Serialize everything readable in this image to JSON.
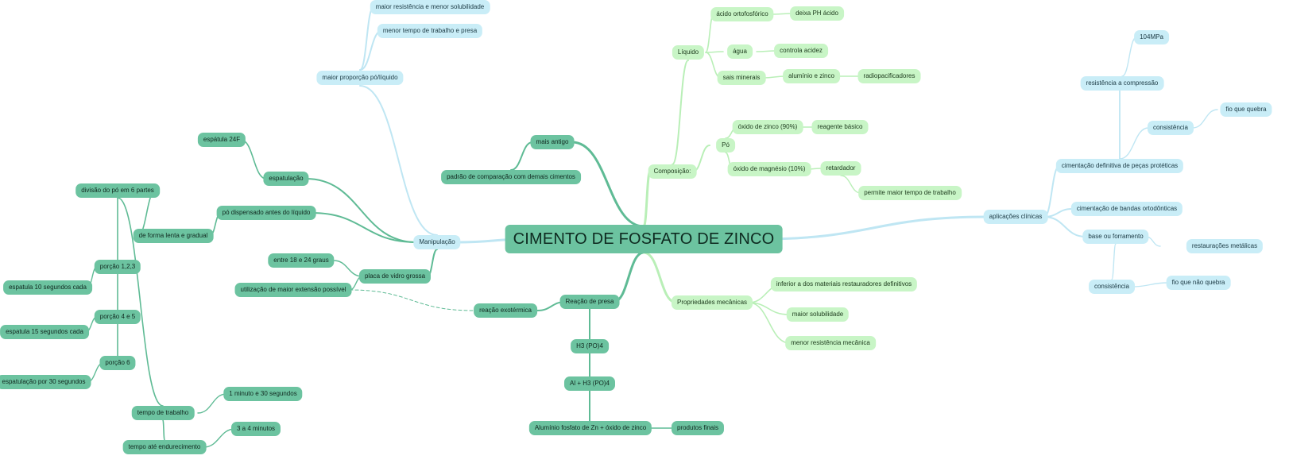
{
  "root": "CIMENTO DE FOSFATO DE ZINCO",
  "colors": {
    "green": "#6cc3a0",
    "blue": "#c9edf7",
    "lime": "#c8f5c6",
    "line_green": "#5fbb95",
    "line_blue": "#bfe6f3",
    "line_lime": "#b9efb7"
  },
  "nodes": {
    "root": "CIMENTO DE FOSFATO DE ZINCO",
    "manipulacao": "Manipulação",
    "maior_proporcao": "maior proporção pó/líquido",
    "maior_resistencia": "maior resistência e menor solubilidade",
    "menor_tempo": "menor tempo de trabalho e presa",
    "espatulacao": "espatulação",
    "espatula24f": "espátula 24F",
    "po_dispensado": "pó dispensado antes do líquido",
    "de_forma_lenta": "de forma lenta e gradual",
    "divisao": "divisão do pó em 6 partes",
    "porcao123": "porção 1,2,3",
    "esp10": "espatula 10 segundos cada",
    "porcao45": "porção 4 e 5",
    "esp15": "espatula 15 segundos cada",
    "porcao6": "porção 6",
    "esp30": "espatulação por 30 segundos",
    "tempo_trabalho": "tempo de trabalho",
    "um_minuto": "1 minuto e 30 segundos",
    "tempo_endurecimento": "tempo até endurecimento",
    "tres_a_quatro": "3 a 4 minutos",
    "placa_vidro": "placa de vidro grossa",
    "entre_18": "entre 18 e 24 graus",
    "utilizacao": "utilização de maior extensão possível",
    "mais_antigo": "mais antigo",
    "padrao": "padrão de comparação com demais cimentos",
    "reacao_presa": "Reação de presa",
    "reacao_exotermica": "reação exotérmica",
    "h3po4": "H3 (PO)4",
    "al_h3po4": "Al + H3 (PO)4",
    "aluminio_fosfato": "Alumínio fosfato de Zn + óxido de zinco",
    "produtos_finais": "produtos finais",
    "composicao": "Composição:",
    "liquido": "Líquido",
    "acido_ortofosforico": "ácido ortofosfórico",
    "deixa_ph": "deixa PH ácido",
    "agua": "água",
    "controla_acidez": "controla acidez",
    "sais_minerais": "sais minerais",
    "aluminio_zinco": "alumínio e zinco",
    "radiopacificadores": "radiopacificadores",
    "po": "Pó",
    "oxido_zinco": "óxido de zinco (90%)",
    "reagente_basico": "reagente básico",
    "oxido_magnesio": "óxido de magnésio (10%)",
    "retardador": "retardador",
    "permite_maior": "permite maior tempo de trabalho",
    "prop_mecanicas": "Propriedades mecânicas",
    "inferior": "inferior a dos materiais restauradores definitivos",
    "maior_solubilidade": "maior solubilidade",
    "menor_resistencia": "menor resistência mecânica",
    "aplicacoes": "aplicações clínicas",
    "cimentacao_definitiva": "cimentação definitiva de peças protéticas",
    "resistencia_compressao": "resistência a compressão",
    "mpa": "104MPa",
    "consistencia1": "consistência",
    "fio_quebra": "fio que quebra",
    "cimentacao_bandas": "cimentação de bandas ortodônticas",
    "base_forramento": "base ou forramento",
    "restauracoes": "restaurações metálicas",
    "consistencia2": "consistência",
    "fio_nao_quebra": "fio que não quebra"
  }
}
